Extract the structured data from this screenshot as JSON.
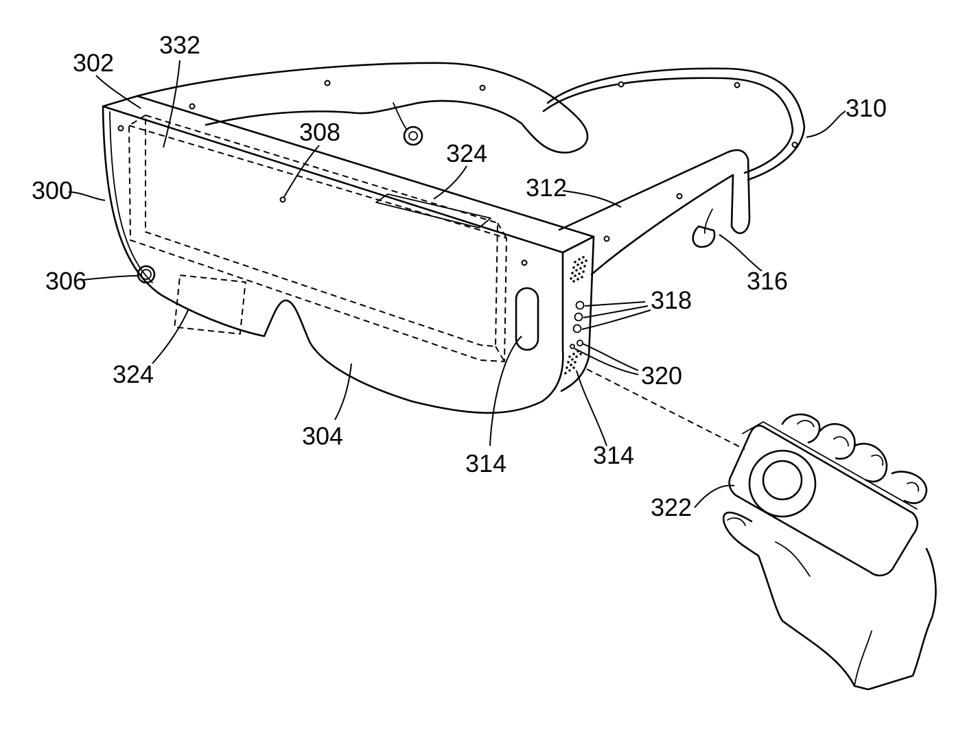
{
  "labels": {
    "l300": "300",
    "l302": "302",
    "l332": "332",
    "l308": "308",
    "l324_top": "324",
    "l310": "310",
    "l312": "312",
    "l306": "306",
    "l316": "316",
    "l318": "318",
    "l320": "320",
    "l324_bottom": "324",
    "l304": "304",
    "l314_left": "314",
    "l314_right": "314",
    "l322": "322"
  }
}
